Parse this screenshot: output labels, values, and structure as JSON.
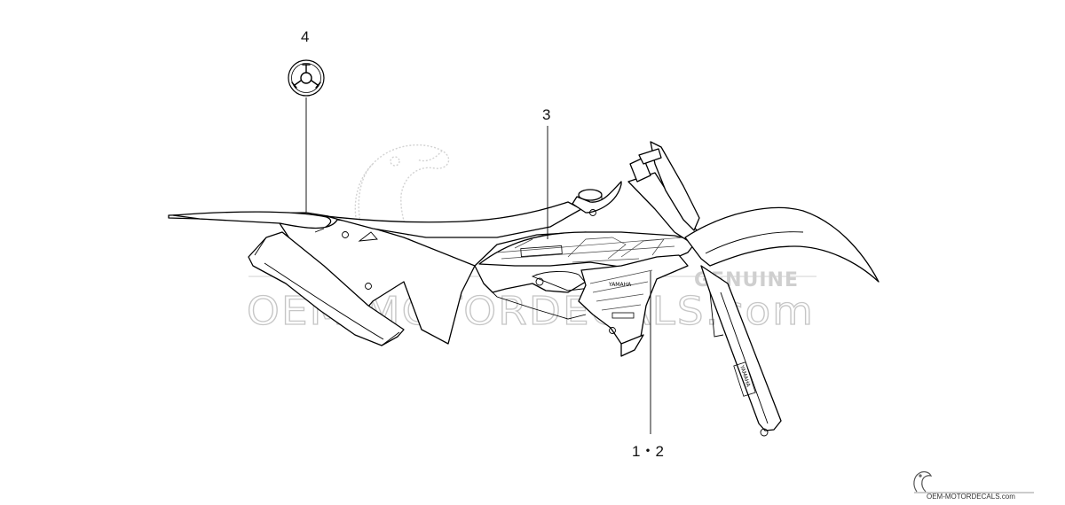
{
  "callouts": {
    "c4": "4",
    "c3": "3",
    "c12": "1・2"
  },
  "decal_text": {
    "shroud_brand": "YAMAHA",
    "fork_brand": "YAMAHA"
  },
  "watermark": {
    "genuine": "GENUINE",
    "site": "OEM-MOTORDECALS.com"
  },
  "footer": {
    "site": "OEM-MOTORDECALS.com"
  }
}
